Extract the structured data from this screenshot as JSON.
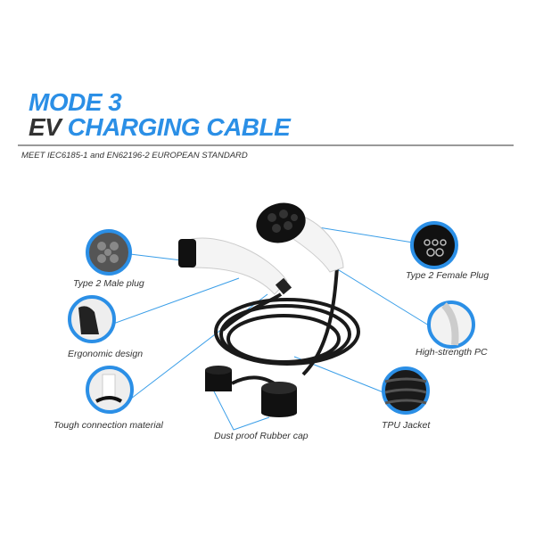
{
  "header": {
    "line1": "MODE 3",
    "line2_dark": "EV",
    "line2_blue": "CHARGING CABLE",
    "subtitle": "MEET IEC6185-1 and EN62196-2 EUROPEAN STANDARD"
  },
  "features": {
    "male_plug": "Type 2 Male plug",
    "ergonomic": "Ergonomic design",
    "tough": "Tough connection material",
    "female_plug": "Type 2 Female Plug",
    "pc": "High-strength PC",
    "tpu": "TPU Jacket",
    "cap": "Dust proof Rubber cap"
  },
  "colors": {
    "accent": "#2b8fe6",
    "callout": "#3a9ee8",
    "text": "#333333"
  }
}
